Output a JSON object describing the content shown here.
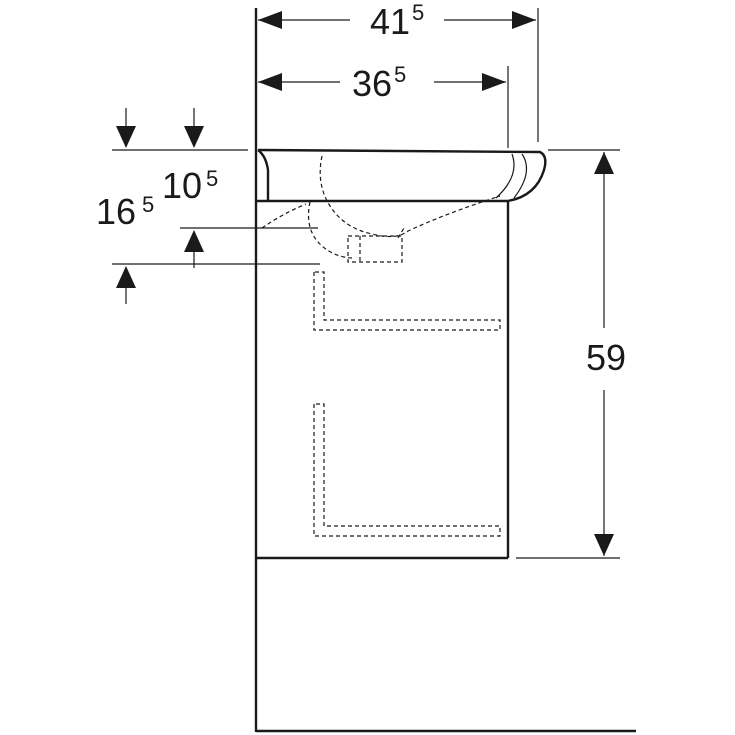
{
  "dimensions": {
    "overall_depth": {
      "main": "41",
      "sup": "5"
    },
    "bowl_depth": {
      "main": "36",
      "sup": "5"
    },
    "height": {
      "main": "59"
    },
    "drop_large": {
      "main": "16",
      "sup": "5"
    },
    "drop_small": {
      "main": "10",
      "sup": "5"
    }
  }
}
